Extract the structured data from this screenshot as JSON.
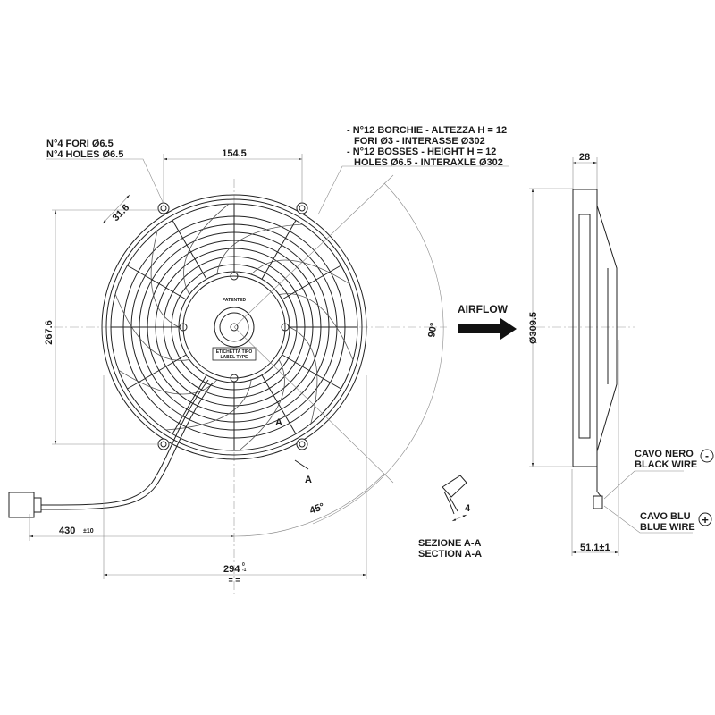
{
  "notes": {
    "holes_it": "N°4 FORI Ø6.5",
    "holes_en": "N°4 HOLES Ø6.5",
    "bosses_it_1": "- N°12 BORCHIE - ALTEZZA H = 12",
    "bosses_it_2": "FORI Ø3 - INTERASSE Ø302",
    "bosses_en_1": "- N°12 BOSSES - HEIGHT H = 12",
    "bosses_en_2": "HOLES Ø6.5 - INTERAXLE Ø302"
  },
  "dimensions": {
    "hole_spacing": "154.5",
    "slot": "31.6",
    "height": "267.6",
    "angle_90": "90°",
    "angle_45": "45°",
    "cable_length": "430",
    "cable_tol": "±10",
    "width": "294",
    "width_tol_upper": "0",
    "width_tol_lower": "-1",
    "diameter": "Ø309.5",
    "depth_frame": "28",
    "depth_total": "51.1±1",
    "section_dim": "4",
    "equal_mark": "= ="
  },
  "fan_labels": {
    "patented": "PATENTED",
    "label_it": "ETICHETTA TIPO",
    "label_en": "LABEL TYPE",
    "section_marker": "A"
  },
  "airflow": "AIRFLOW",
  "section": {
    "it": "SEZIONE A-A",
    "en": "SECTION A-A"
  },
  "wires": {
    "black_it": "CAVO NERO",
    "black_en": "BLACK WIRE",
    "black_symbol": "-",
    "blue_it": "CAVO BLU",
    "blue_en": "BLUE WIRE",
    "blue_symbol": "+"
  }
}
